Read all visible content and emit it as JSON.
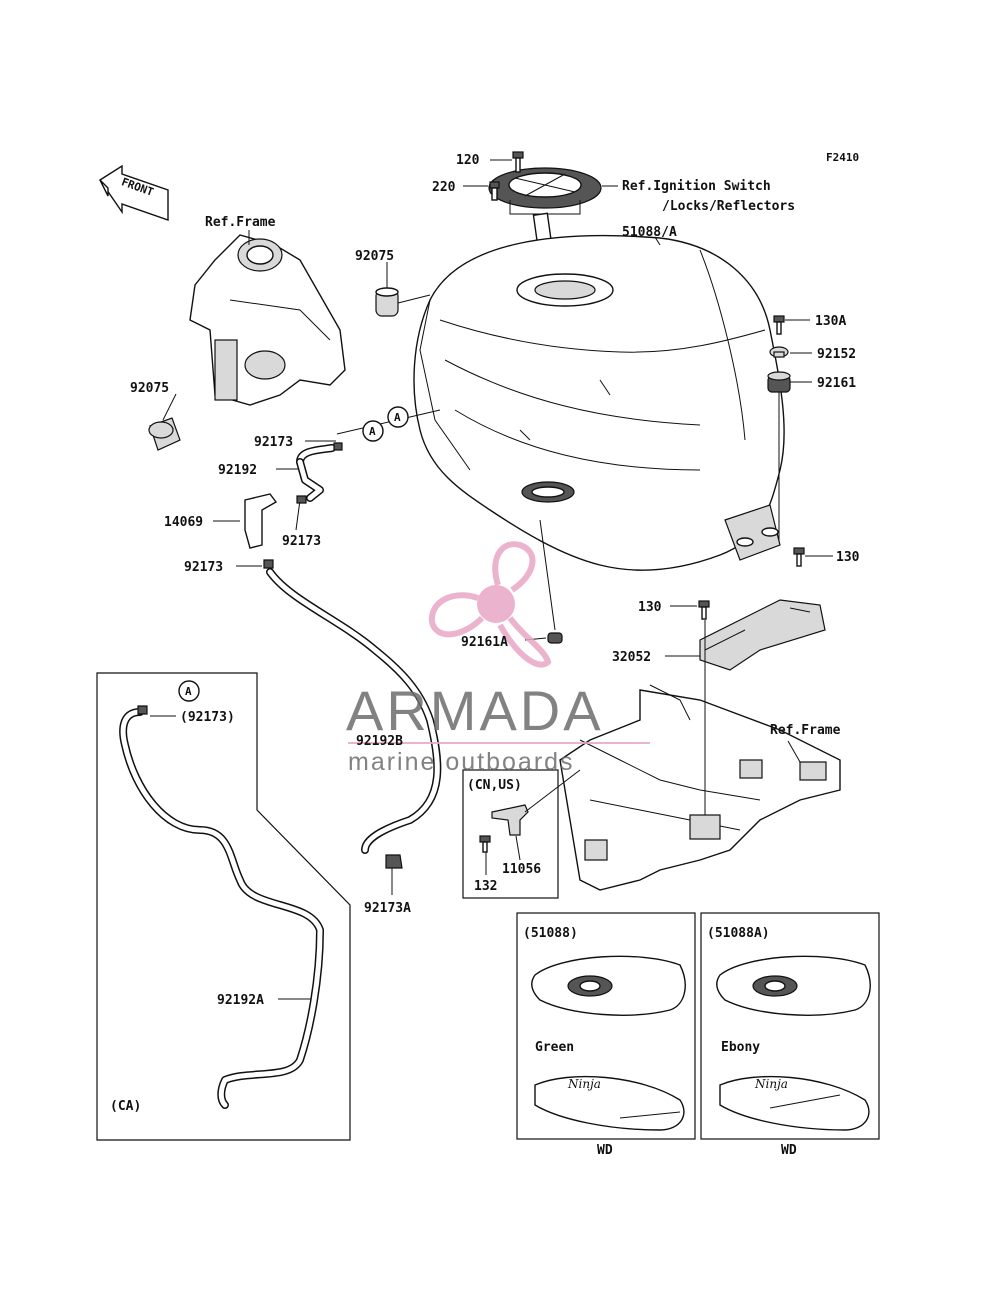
{
  "diagram_code": "F2410",
  "front_label": "FRONT",
  "labels": {
    "p120": "120",
    "p220": "220",
    "ref_ignition_1": "Ref.Ignition Switch",
    "ref_ignition_2": "/Locks/Reflectors",
    "p51088a": "51088/A",
    "ref_frame_top": "Ref.Frame",
    "p92075_top": "92075",
    "p92075_left": "92075",
    "p130a": "130A",
    "p92152": "92152",
    "p92161": "92161",
    "p92173_a": "92173",
    "p92192": "92192",
    "p14069": "14069",
    "p92173_b": "92173",
    "p92173_c": "92173",
    "p130_right": "130",
    "p130_mid": "130",
    "p92161a": "92161A",
    "p32052": "32052",
    "ref_frame_bottom": "Ref.Frame",
    "p92192b": "92192B",
    "p92173a": "92173A",
    "ref_a1": "A",
    "ref_a2": "A",
    "ref_a3": "A",
    "ca_p92173": "(92173)",
    "ca_p92192a": "92192A",
    "ca_tag": "(CA)",
    "cnus_tag": "(CN,US)",
    "p132": "132",
    "p11056": "11056",
    "var1_code": "(51088)",
    "var1_color": "Green",
    "var1_wd": "WD",
    "var2_code": "(51088A)",
    "var2_color": "Ebony",
    "var2_wd": "WD"
  },
  "watermark": {
    "brand": "ARMADA",
    "tagline": "marine outboards",
    "accent_color": "#e8a6c6",
    "text_color": "#6d6d6d"
  }
}
